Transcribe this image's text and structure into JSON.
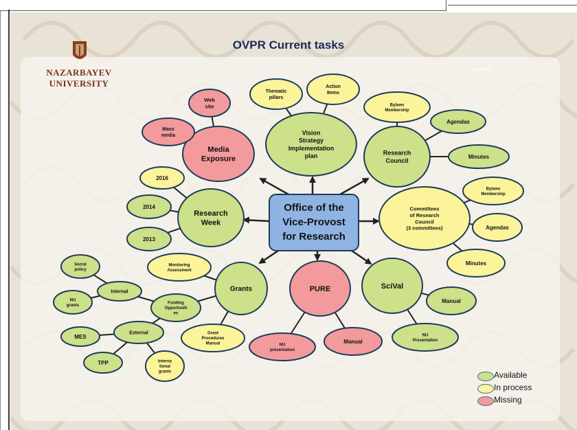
{
  "title": "OVPR Current tasks",
  "ghost_text": "Agendas",
  "logo": {
    "line1": "NAZARBAYEV",
    "line2": "UNIVERSITY"
  },
  "colors": {
    "available": "#cde08a",
    "in_process": "#fbf49a",
    "missing": "#f39a9c",
    "center": "#8fb4e3",
    "stroke": "#1d3b5c",
    "arrow": "#222222"
  },
  "center": {
    "lines": [
      "Office of the",
      "Vice-Provost",
      "for Research"
    ]
  },
  "nodes": {
    "vision": {
      "lines": [
        "Vision",
        "Strategy",
        "Implementation",
        "plan"
      ],
      "status": "available"
    },
    "thematic": {
      "lines": [
        "Thematic",
        "pillars"
      ],
      "status": "in_process"
    },
    "action": {
      "lines": [
        "Action",
        "Items"
      ],
      "status": "in_process"
    },
    "media": {
      "lines": [
        "Media",
        "Exposure"
      ],
      "status": "missing"
    },
    "website": {
      "lines": [
        "Web",
        "site"
      ],
      "status": "missing"
    },
    "massmedia": {
      "lines": [
        "Mass",
        "media"
      ],
      "status": "missing"
    },
    "rcouncil": {
      "lines": [
        "Research",
        "Council"
      ],
      "status": "available"
    },
    "rc_bylaws": {
      "lines": [
        "Bylaws",
        "Membership"
      ],
      "status": "in_process"
    },
    "rc_agendas": {
      "lines": [
        "Agendas"
      ],
      "status": "available"
    },
    "rc_minutes": {
      "lines": [
        "Minutes"
      ],
      "status": "available"
    },
    "committees": {
      "lines": [
        "Committees",
        "of Research",
        "Council",
        "(3 committees)"
      ],
      "status": "in_process"
    },
    "cm_bylaws": {
      "lines": [
        "Bylaws",
        "Membership"
      ],
      "status": "in_process"
    },
    "cm_agendas": {
      "lines": [
        "Agendas"
      ],
      "status": "in_process"
    },
    "cm_minutes": {
      "lines": [
        "Minutes"
      ],
      "status": "in_process"
    },
    "rweek": {
      "lines": [
        "Research",
        "Week"
      ],
      "status": "available"
    },
    "y2016": {
      "lines": [
        "2016"
      ],
      "status": "in_process"
    },
    "y2014": {
      "lines": [
        "2014"
      ],
      "status": "available"
    },
    "y2013": {
      "lines": [
        "2013"
      ],
      "status": "available"
    },
    "grants": {
      "lines": [
        "Grants"
      ],
      "status": "available"
    },
    "monitoring": {
      "lines": [
        "Monitoring",
        "Assessment"
      ],
      "status": "in_process"
    },
    "funding": {
      "lines": [
        "Funding",
        "Opportuniti",
        "es"
      ],
      "status": "available"
    },
    "internal": {
      "lines": [
        "Internal"
      ],
      "status": "available"
    },
    "social": {
      "lines": [
        "Social",
        "policy"
      ],
      "status": "available"
    },
    "nugrants": {
      "lines": [
        "NU",
        "grants"
      ],
      "status": "available"
    },
    "external": {
      "lines": [
        "External"
      ],
      "status": "available"
    },
    "mes": {
      "lines": [
        "MES"
      ],
      "status": "available"
    },
    "tpp": {
      "lines": [
        "TPP"
      ],
      "status": "available"
    },
    "intl": {
      "lines": [
        "Interna",
        "tional",
        "grants"
      ],
      "status": "in_process"
    },
    "grant_manual": {
      "lines": [
        "Grant",
        "Procedures",
        "Manual"
      ],
      "status": "in_process"
    },
    "pure": {
      "lines": [
        "PURE"
      ],
      "status": "missing"
    },
    "pure_pres": {
      "lines": [
        "NU",
        "presentation"
      ],
      "status": "missing"
    },
    "pure_manual": {
      "lines": [
        "Manual"
      ],
      "status": "missing"
    },
    "scival": {
      "lines": [
        "SciVal"
      ],
      "status": "available"
    },
    "sv_manual": {
      "lines": [
        "Manual"
      ],
      "status": "available"
    },
    "sv_pres": {
      "lines": [
        "NU",
        "Presentation"
      ],
      "status": "available"
    }
  },
  "legend": [
    {
      "label": "Available",
      "status": "available"
    },
    {
      "label": "In process",
      "status": "in_process"
    },
    {
      "label": "Missing",
      "status": "missing"
    }
  ]
}
